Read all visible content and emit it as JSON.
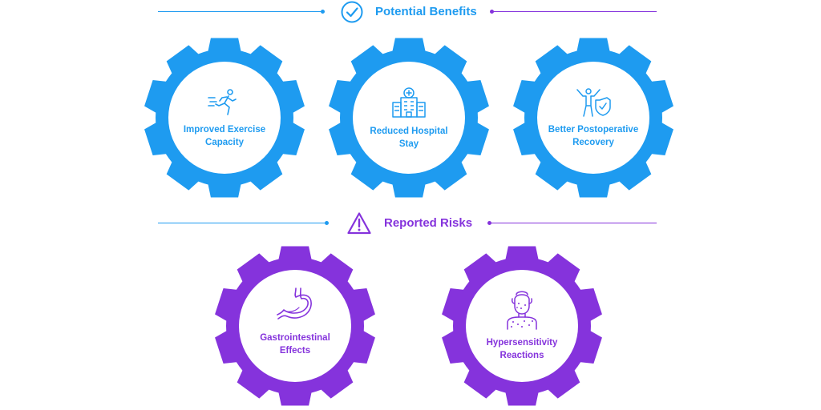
{
  "colors": {
    "blue": "#1e9bf0",
    "purple": "#8533dc"
  },
  "benefits": {
    "title": "Potential Benefits",
    "icon": "check-circle-icon",
    "items": [
      {
        "line1": "Improved Exercise",
        "line2": "Capacity",
        "icon": "running-person-icon"
      },
      {
        "line1": "Reduced Hospital",
        "line2": "Stay",
        "icon": "hospital-building-icon"
      },
      {
        "line1": "Better Postoperative",
        "line2": "Recovery",
        "icon": "person-shield-icon"
      }
    ]
  },
  "risks": {
    "title": "Reported Risks",
    "icon": "warning-triangle-icon",
    "items": [
      {
        "line1": "Gastrointestinal",
        "line2": "Effects",
        "icon": "stomach-icon"
      },
      {
        "line1": "Hypersensitivity",
        "line2": "Reactions",
        "icon": "person-rash-icon"
      }
    ]
  }
}
